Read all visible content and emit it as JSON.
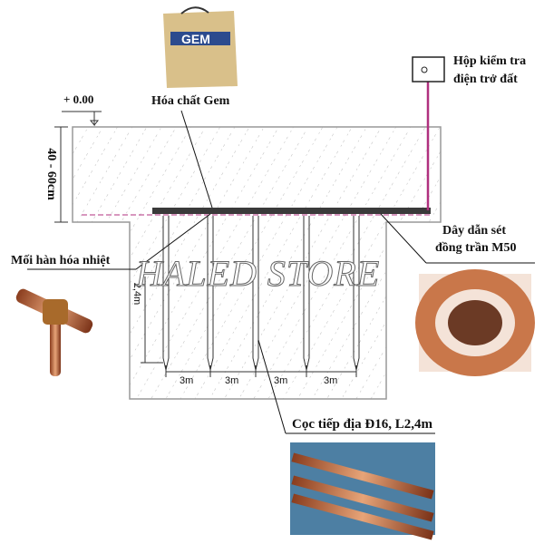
{
  "labels": {
    "level": "+ 0.00",
    "depth": "40 - 60cm",
    "chemical": "Hóa chất Gem",
    "test_box": "Hộp kiểm tra",
    "test_box_2": "điện trở đất",
    "wire": "Dây dẫn sét",
    "wire_2": "đồng trần M50",
    "weld": "Mối hàn hóa nhiệt",
    "rod": "Cọc tiếp địa Đ16, L2,4m",
    "rod_length": "2,4m",
    "spacings": [
      "3m",
      "3m",
      "3m",
      "3m"
    ]
  },
  "watermark": "HALED STORE",
  "bag_logo": "GEM",
  "colors": {
    "wire": "#b0307f",
    "bar": "#3a3a3a",
    "copper": "#c9774a"
  }
}
